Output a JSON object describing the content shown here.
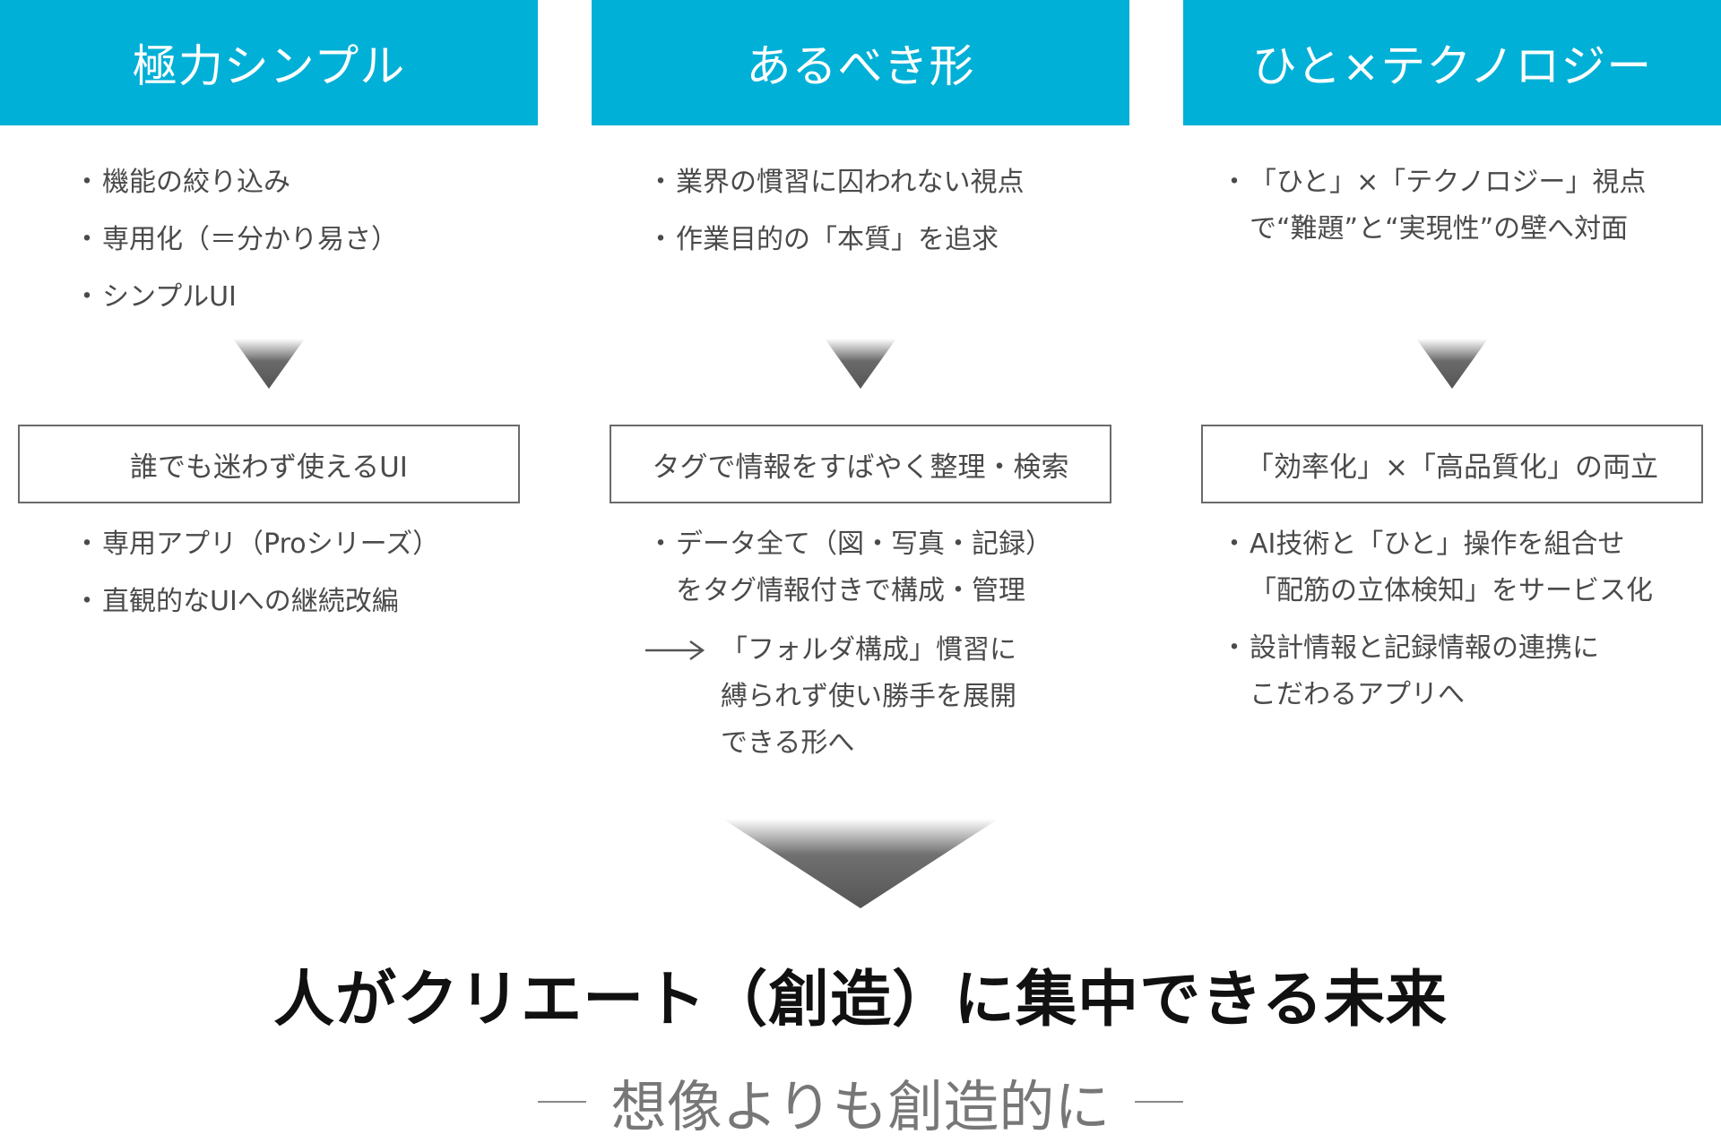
{
  "colors": {
    "accent": "#00b0d6",
    "triangle": "#5a5a5a"
  },
  "columns": [
    {
      "title": "極力シンプル",
      "bullets": [
        "機能の絞り込み",
        "専用化（＝分かり易さ）",
        "シンプルUI"
      ],
      "result": "誰でも迷わず使えるUI",
      "details": [
        "専用アプリ（Proシリーズ）",
        "直観的なUIへの継続改編"
      ]
    },
    {
      "title": "あるべき形",
      "bullets": [
        "業界の慣習に囚われない視点",
        "作業目的の「本質」を追求"
      ],
      "result": "タグで情報をすばやく整理・検索",
      "details": [
        {
          "line1": "データ全て（図・写真・記録）",
          "line2": "をタグ情報付きで構成・管理"
        }
      ],
      "note": [
        "「フォルダ構成」慣習に",
        "縛られず使い勝手を展開",
        "できる形へ"
      ]
    },
    {
      "title": "ひと×テクノロジー",
      "bullets": [
        {
          "line1": "「ひと」×「テクノロジー」視点",
          "line2": "で“難題”と“実現性”の壁へ対面"
        }
      ],
      "result": "「効率化」×「高品質化」の両立",
      "details": [
        {
          "line1": "AI技術と「ひと」操作を組合せ",
          "line2": "「配筋の立体検知」をサービス化"
        },
        {
          "line1": "設計情報と記録情報の連携に",
          "line2": "こだわるアプリへ"
        }
      ]
    }
  ],
  "conclusion": {
    "title": "人がクリエート（創造）に集中できる未来",
    "subtitle": "想像よりも創造的に"
  }
}
